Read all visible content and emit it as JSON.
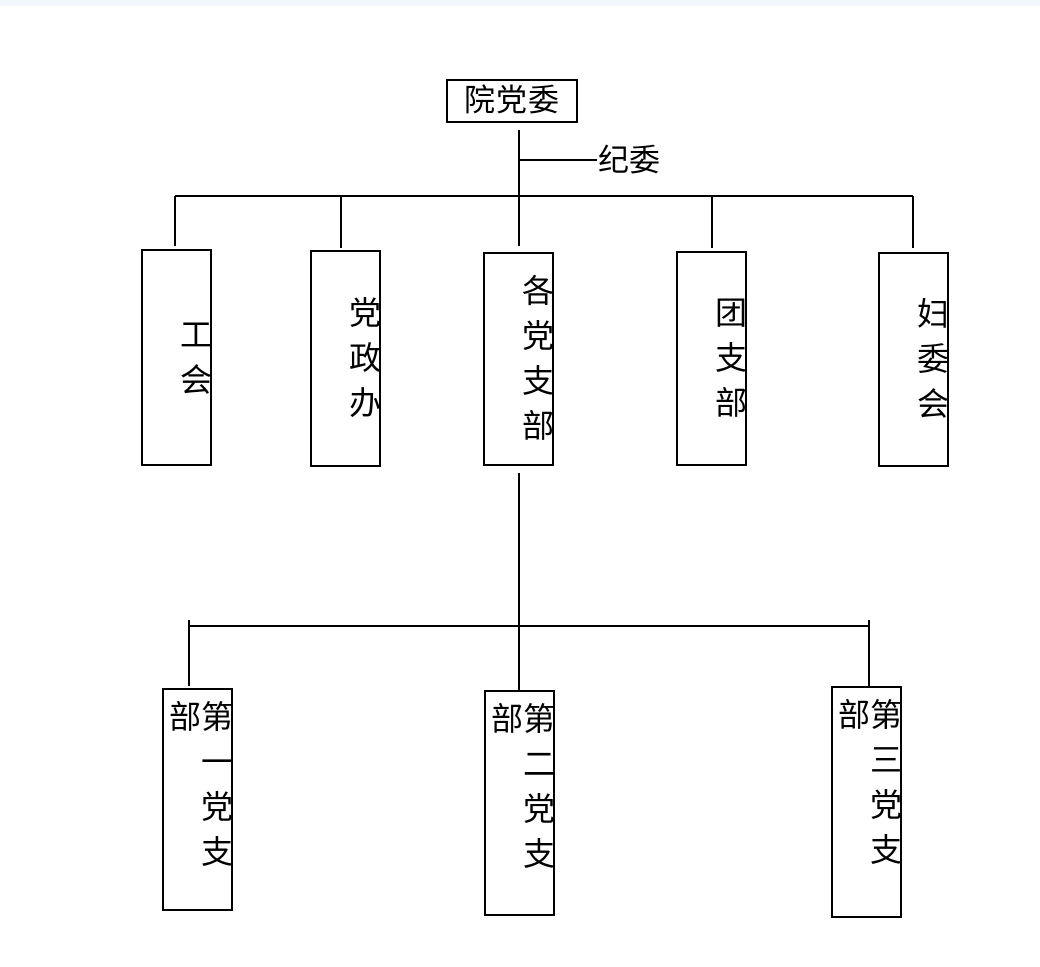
{
  "diagram": {
    "root": {
      "label": "院党委"
    },
    "side_branch": {
      "label": "纪委"
    },
    "departments": [
      {
        "key": "union",
        "label": "工会"
      },
      {
        "key": "party-office",
        "label": "党政办"
      },
      {
        "key": "party-branches",
        "label": "各党支部"
      },
      {
        "key": "youth-league",
        "label": "团支部"
      },
      {
        "key": "women-committee",
        "label": "妇委会"
      }
    ],
    "branches": [
      {
        "key": "first",
        "label": "第一党支部"
      },
      {
        "key": "second",
        "label": "第二党支部"
      },
      {
        "key": "third",
        "label": "第三党支部"
      }
    ],
    "colors": {
      "line": "#000000",
      "box_border": "#000000",
      "background": "#ffffff",
      "top_strip": "#f3f6fa"
    }
  }
}
